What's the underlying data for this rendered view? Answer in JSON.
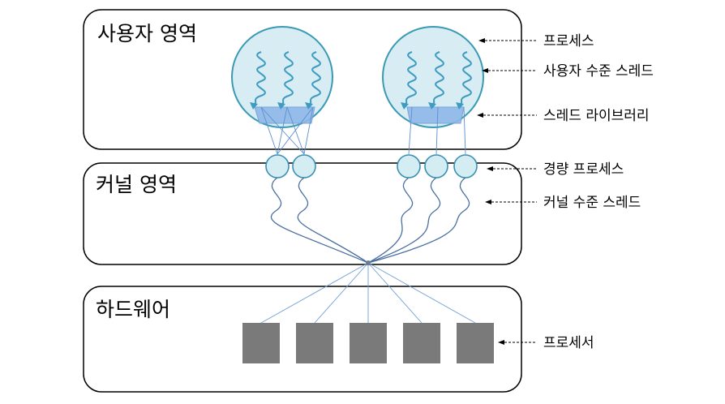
{
  "regions": {
    "user": "사용자 영역",
    "kernel": "커널 영역",
    "hardware": "하드웨어"
  },
  "annotations": {
    "process": "프로세스",
    "user_thread": "사용자 수준 스레드",
    "thread_library": "스레드 라이브러리",
    "lwp": "경량 프로세스",
    "kernel_thread": "커널 수준 스레드",
    "processor": "프로세서"
  },
  "structure": {
    "processes": 2,
    "user_threads_per_process": 3,
    "lwps_per_process": [
      2,
      3
    ],
    "processors": 5
  },
  "colors": {
    "process_fill": "#d7ecf3",
    "thread_stroke": "#3f9cc0",
    "library_fill": "#8fb8e8",
    "processor_fill": "#7a7a7a"
  }
}
